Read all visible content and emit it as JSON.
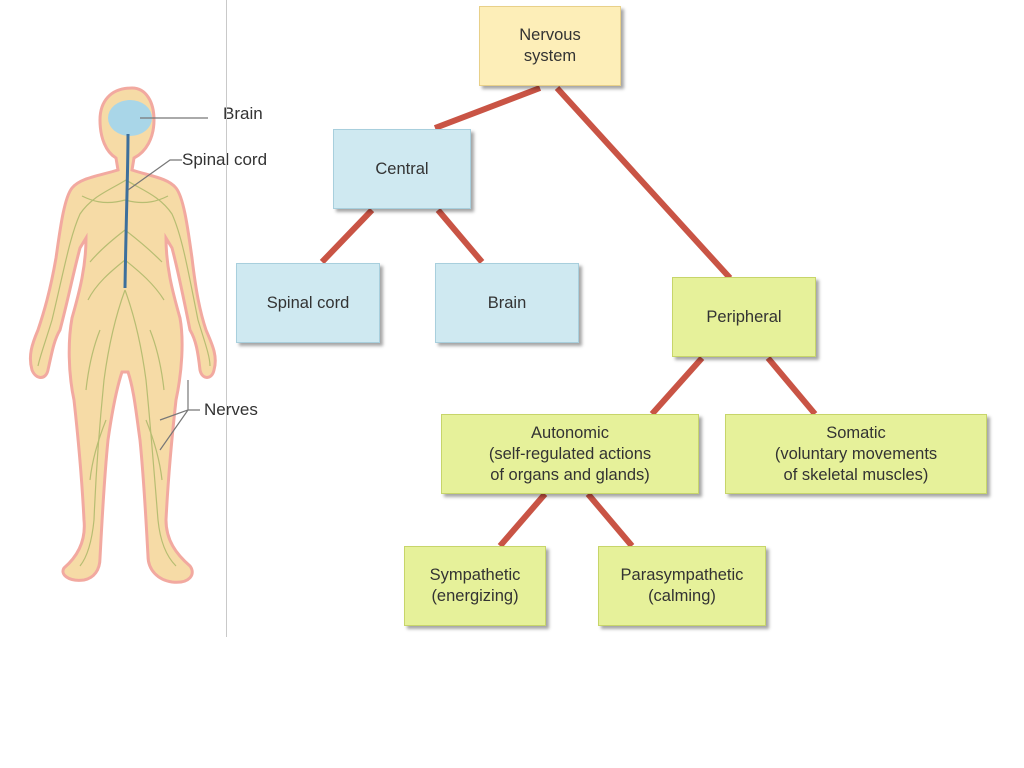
{
  "colors": {
    "root_fill": "#fdeeb8",
    "root_border": "#e8d089",
    "central_fill": "#cfe9f1",
    "central_border": "#a8cfdd",
    "peripheral_fill": "#e6f19a",
    "peripheral_border": "#c7d56a",
    "connector": "#c95445",
    "body_fill": "#f6dba6",
    "body_outline": "#f2a9a0",
    "nerve": "#b7bd72",
    "brain_fill": "#a9d6e8",
    "spinal_cord": "#3d6f9c"
  },
  "figure_labels": {
    "brain": "Brain",
    "spinal_cord": "Spinal cord",
    "nerves": "Nerves"
  },
  "tree": {
    "nervous_system": {
      "lines": [
        "Nervous",
        "system"
      ]
    },
    "central": {
      "lines": [
        "Central"
      ]
    },
    "spinal_cord": {
      "lines": [
        "Spinal cord"
      ]
    },
    "brain": {
      "lines": [
        "Brain"
      ]
    },
    "peripheral": {
      "lines": [
        "Peripheral"
      ]
    },
    "autonomic": {
      "lines": [
        "Autonomic",
        "(self-regulated actions",
        "of organs and glands)"
      ]
    },
    "somatic": {
      "lines": [
        "Somatic",
        "(voluntary movements",
        "of skeletal muscles)"
      ]
    },
    "sympathetic": {
      "lines": [
        "Sympathetic",
        "(energizing)"
      ]
    },
    "parasympathetic": {
      "lines": [
        "Parasympathetic",
        "(calming)"
      ]
    }
  }
}
